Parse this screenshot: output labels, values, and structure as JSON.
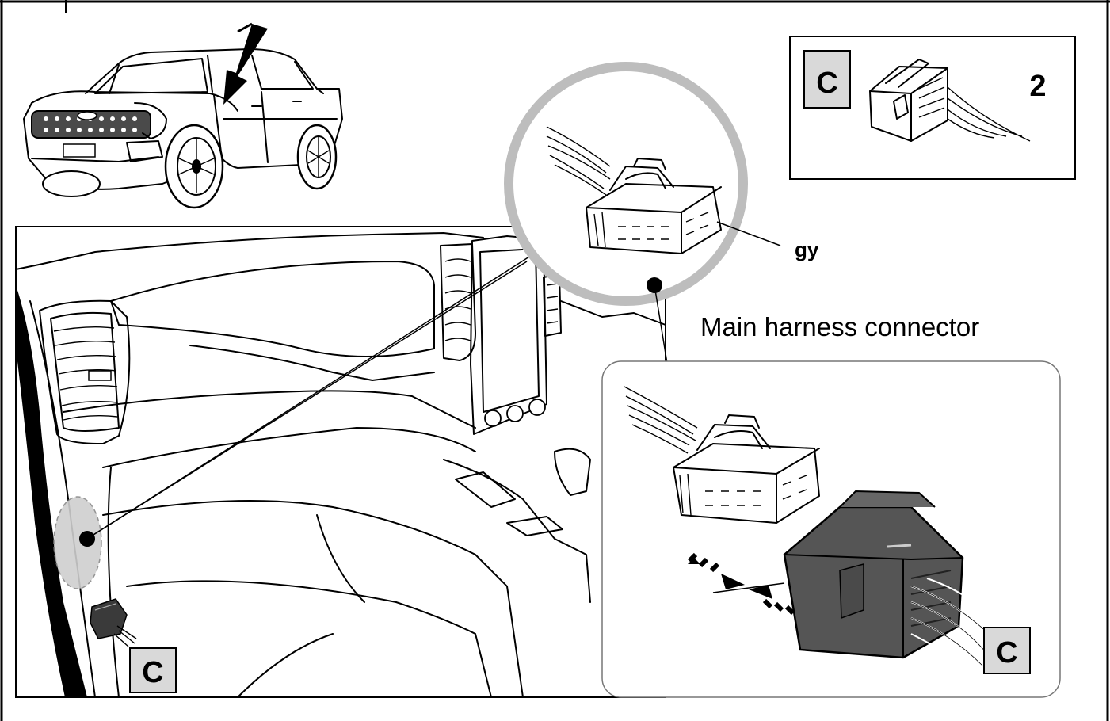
{
  "labels": {
    "callout_letter": "C",
    "step_number": "2",
    "wire_color": "gy",
    "connector_name": "Main harness connector"
  },
  "colors": {
    "outline": "#000000",
    "callout_box": "#d9d9d9",
    "magnifier_ring": "#bdbdbd",
    "highlight_zone": "#cfcfcf",
    "connector_dark": "#555555"
  },
  "icons": [
    "push-arrow-icon",
    "insert-direction-arrows-icon"
  ]
}
